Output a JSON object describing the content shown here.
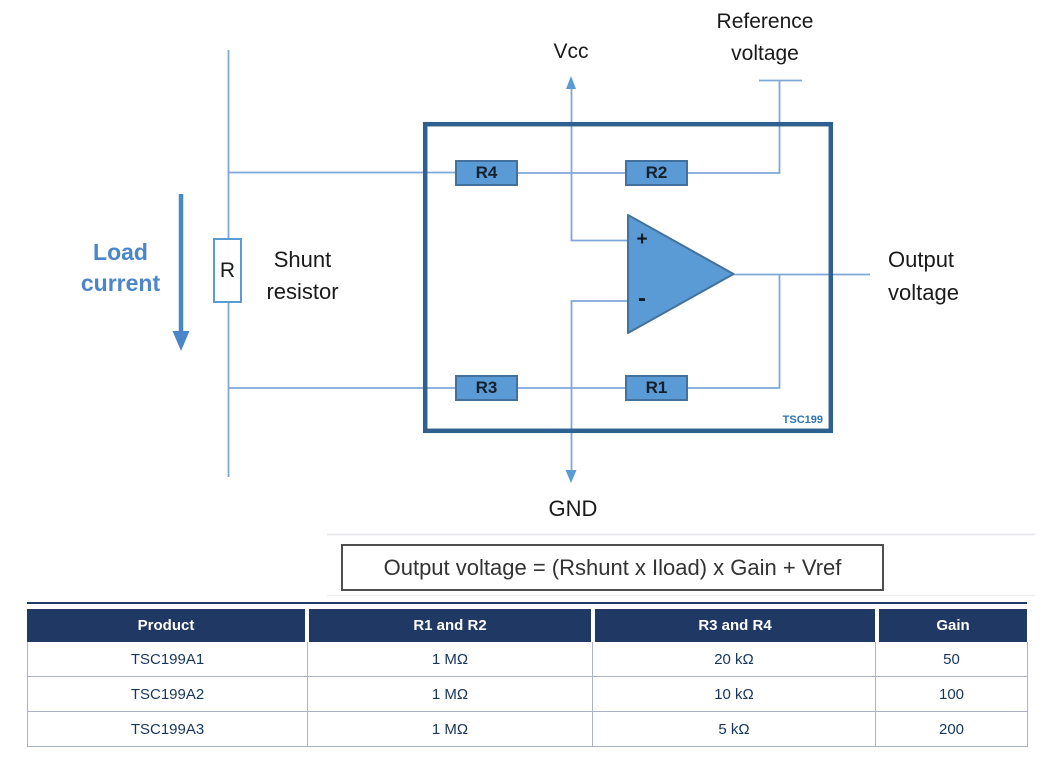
{
  "diagram": {
    "labels": {
      "vcc": "Vcc",
      "gnd": "GND",
      "reference": [
        "Reference",
        "voltage"
      ],
      "output": [
        "Output",
        "voltage"
      ],
      "load": [
        "Load",
        "current"
      ],
      "shunt": [
        "Shunt",
        "resistor"
      ],
      "shunt_ref": "R",
      "chip_name": "TSC199",
      "opamp_plus": "+",
      "opamp_minus": "-"
    },
    "resistors": {
      "r1": "R1",
      "r2": "R2",
      "r3": "R3",
      "r4": "R4"
    },
    "colors": {
      "wire": "#7FA8D6",
      "ic_border": "#2E618F",
      "resistor_fill": "#5B9BD5",
      "resistor_border": "#41719C",
      "load_accent": "#4A86C8",
      "chip_label": "#2E74B5",
      "table_header_bg": "#1F3864",
      "table_text": "#17365D"
    }
  },
  "formula": {
    "text": "Output voltage = (Rshunt x Iload) x Gain + Vref"
  },
  "table": {
    "headers": [
      "Product",
      "R1 and R2",
      "R3 and R4",
      "Gain"
    ],
    "rows": [
      [
        "TSC199A1",
        "1 MΩ",
        "20 kΩ",
        "50"
      ],
      [
        "TSC199A2",
        "1 MΩ",
        "10 kΩ",
        "100"
      ],
      [
        "TSC199A3",
        "1 MΩ",
        "5 kΩ",
        "200"
      ]
    ]
  }
}
